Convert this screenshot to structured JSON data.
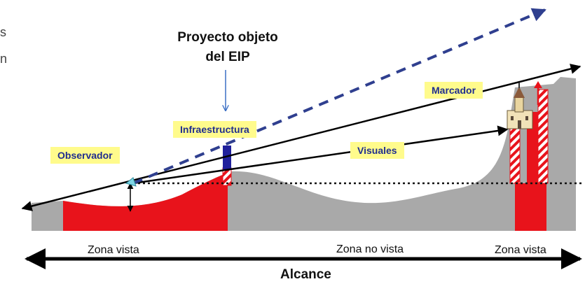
{
  "title_line1": "Proyecto objeto",
  "title_line2": "del EIP",
  "labels": {
    "observador": "Observador",
    "infraestructura": "Infraestructura",
    "visuales": "Visuales",
    "marcador": "Marcador"
  },
  "zones": {
    "left": "Zona vista",
    "middle": "Zona no vista",
    "right": "Zona vista"
  },
  "range_label": "Alcance",
  "edge_fragments": [
    "s",
    "n"
  ],
  "colors": {
    "terrain": "#a9a9a9",
    "seen_zone": "#e8131b",
    "label_bg": "#fffb8c",
    "label_text": "#1f2d8f",
    "dashed_sightline": "#2f3f8f",
    "infrastructure": "#20209c"
  }
}
